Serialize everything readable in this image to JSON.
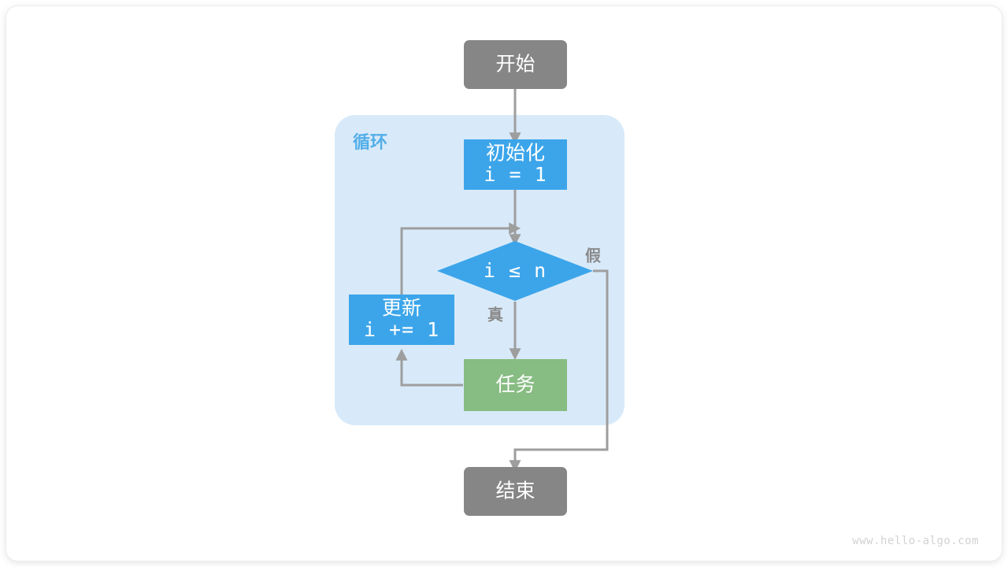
{
  "diagram": {
    "title": "for-loop-flowchart",
    "watermark": "www.hello-algo.com",
    "group": {
      "label": "循环",
      "fill": "#d8eaf9",
      "label_color": "#53aee8"
    },
    "colors": {
      "terminal": "#868686",
      "process": "#3ca5ea",
      "task": "#87bc82",
      "edge": "#9e9e9e",
      "label": "#8a8a8a",
      "canvas": "#ffffff"
    },
    "nodes": {
      "start": {
        "label": "开始",
        "shape": "rounded-rect",
        "color": "#868686"
      },
      "init": {
        "line1": "初始化",
        "line2": "i = 1",
        "shape": "rect",
        "color": "#3ca5ea"
      },
      "condition": {
        "label": "i ≤ n",
        "shape": "diamond",
        "color": "#3ca5ea"
      },
      "update": {
        "line1": "更新",
        "line2": "i += 1",
        "shape": "rect",
        "color": "#3ca5ea"
      },
      "task": {
        "label": "任务",
        "shape": "rect",
        "color": "#87bc82"
      },
      "end": {
        "label": "结束",
        "shape": "rounded-rect",
        "color": "#868686"
      }
    },
    "edges": {
      "true_label": "真",
      "false_label": "假"
    }
  }
}
